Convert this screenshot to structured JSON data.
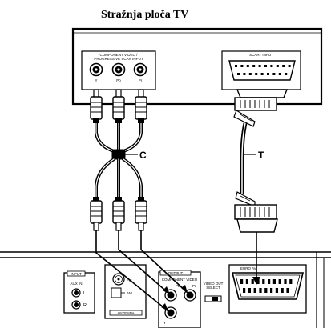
{
  "title": "Stražnja ploča TV",
  "tv_panel": {
    "component_label_1": "COMPONENT VIDEO /",
    "component_label_2": "PROGRESSIVE SCAN INPUT",
    "jack_y": "Y",
    "jack_pb": "Pb",
    "jack_pr": "Pr",
    "scart_label": "SCART INPUT"
  },
  "callouts": {
    "component_cable": "C",
    "scart_cable": "T"
  },
  "device_panel": {
    "input_label": "INPUT",
    "aux_in_label": "AUX IN",
    "aux_l": "L",
    "aux_r": "R",
    "fm_label": "FM",
    "am_label": "AM",
    "antenna_label": "ANTENNA",
    "output_label": "OUTPUT",
    "component_video_label": "COMPONENT VIDEO",
    "out_pb": "Pb",
    "out_pr": "Pr",
    "out_y": "Y",
    "switch_label_1": "VIDEO OUT",
    "switch_label_2": "SELECT",
    "euro_av_label": "EURO AV"
  }
}
